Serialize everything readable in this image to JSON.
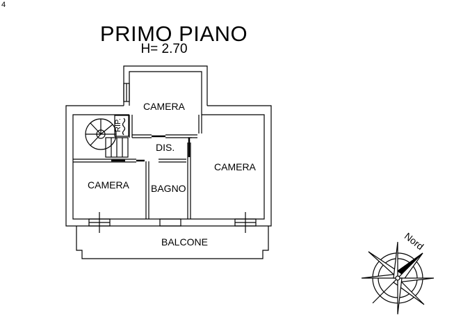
{
  "sheet": {
    "corner_number": "4"
  },
  "title": {
    "floor": "PRIMO PIANO",
    "height": "H= 2.70"
  },
  "rooms": {
    "camera_top": "CAMERA",
    "camera_right": "CAMERA",
    "camera_left": "CAMERA",
    "bagno": "BAGNO",
    "dis": "DIS.",
    "balcone": "BALCONE",
    "rip": "RIP."
  },
  "compass": {
    "label": "Nord"
  },
  "colors": {
    "line": "#000000",
    "background": "#ffffff"
  }
}
